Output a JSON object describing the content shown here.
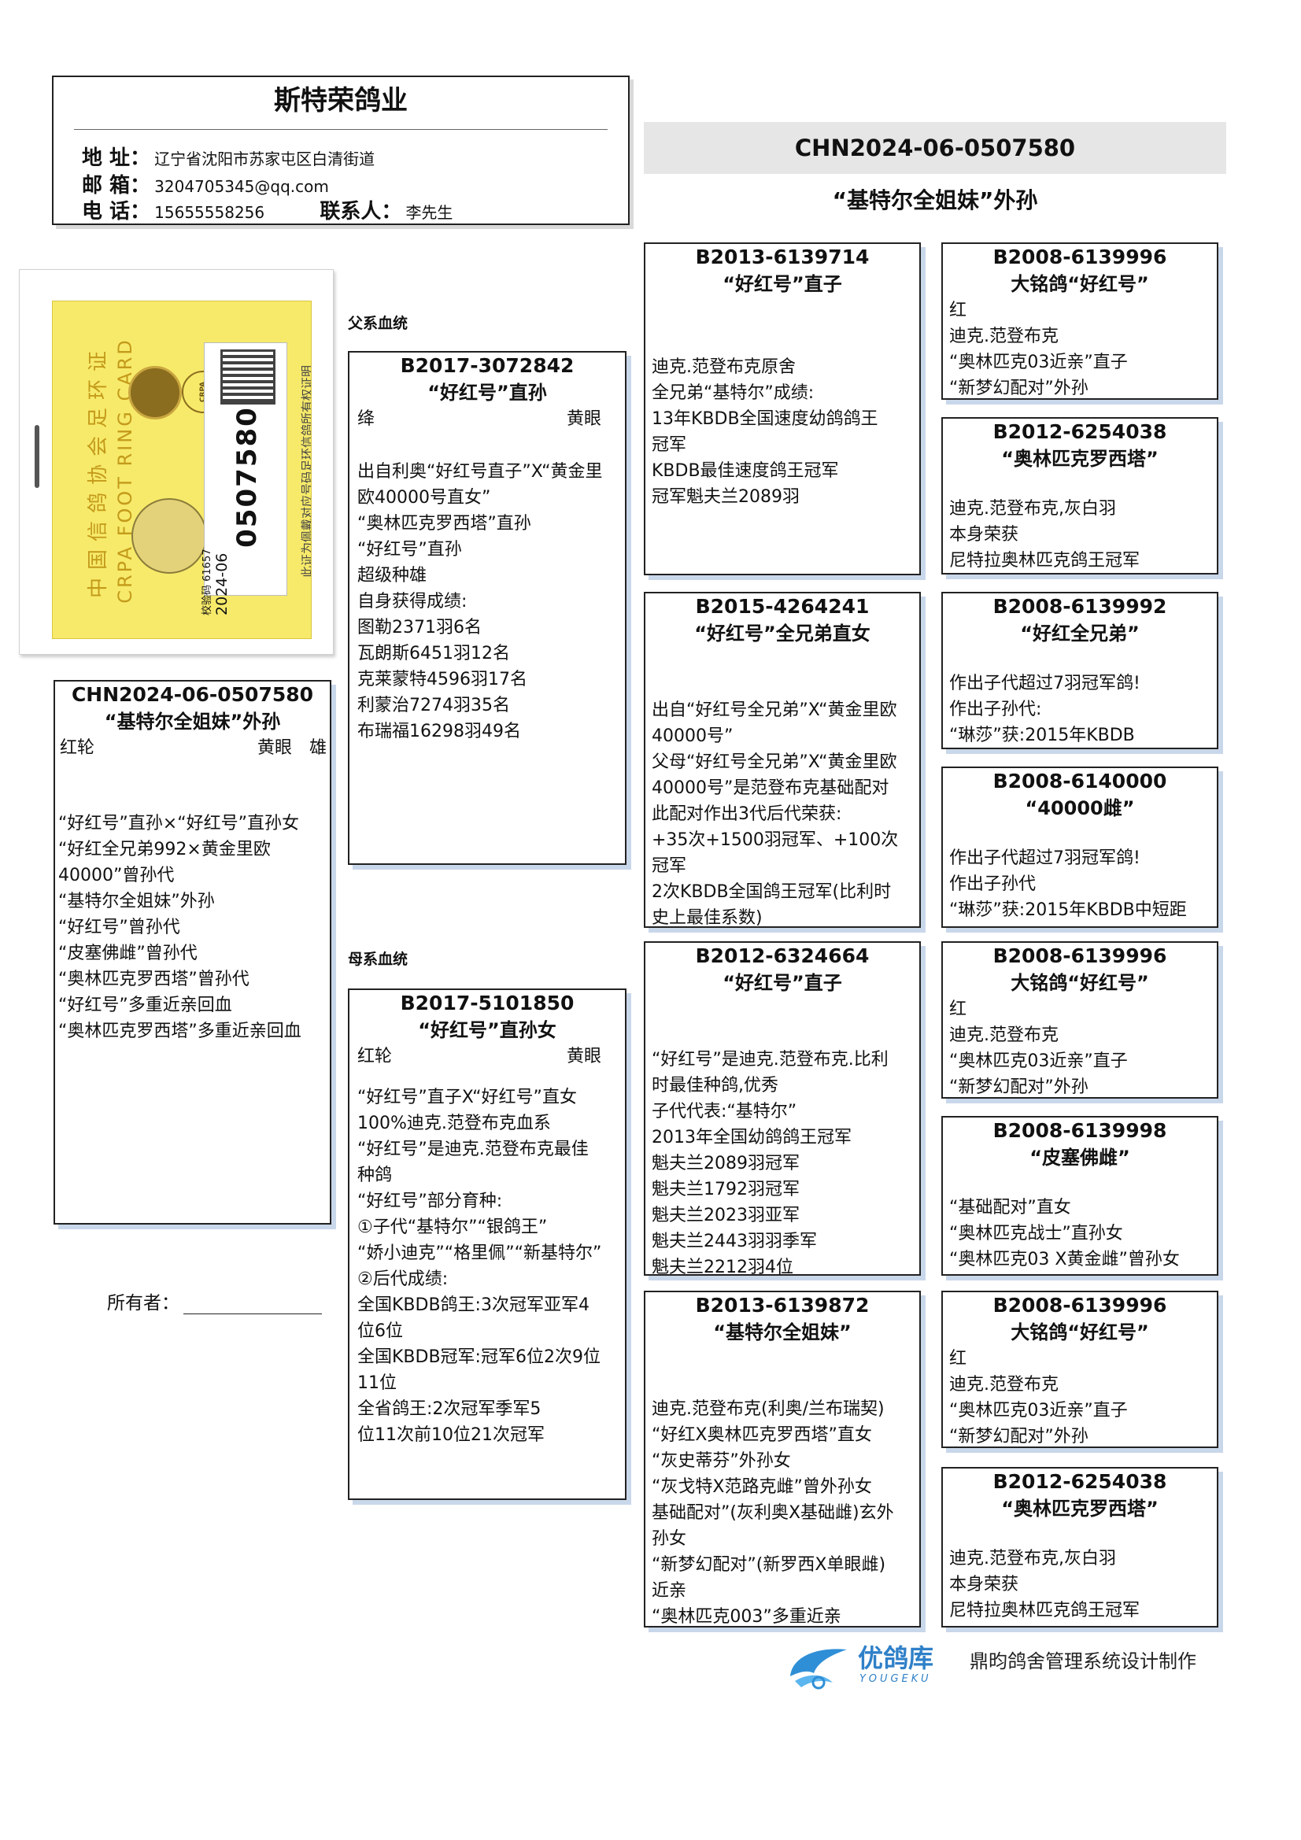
{
  "loft": {
    "name": "斯特荣鸽业",
    "address_label": "地 址：",
    "address": "辽宁省沈阳市苏家屯区白清街道",
    "email_label": "邮 箱：",
    "email": "3204705345@qq.com",
    "phone_label": "电 话：",
    "phone": "15655558256",
    "contact_label": "联系人：",
    "contact": "李先生"
  },
  "ring_card": {
    "org_cn": "中国信鸽协会足环证",
    "org_en": "CRPA FOOT RING CARD",
    "ring_prefix": "2024-06",
    "ring_number": "0507580",
    "check_code": "校验码 61657",
    "note": "此证为佩戴对应号码足环信鸽所有权证明",
    "logo_text": "CRPA"
  },
  "main": {
    "ring": "CHN2024-06-0507580",
    "name": "“基特尔全姐妹”外孙"
  },
  "subject": {
    "ring": "CHN2024-06-0507580",
    "name": "“基特尔全姐妹”外孙",
    "color": "红轮",
    "eye_sex": "黄眼　雄",
    "lines": [
      "“好红号”直孙×“好红号”直孙女",
      "“好红全兄弟992×黄金里欧",
      "40000”曾孙代",
      "“基特尔全姐妹”外孙",
      "“好红号”曾孙代",
      "“皮塞佛雌”曾孙代",
      "“奥林匹克罗西塔”曾孙代",
      "“好红号”多重近亲回血",
      "“奥林匹克罗西塔”多重近亲回血"
    ]
  },
  "owner_label": "所有者：",
  "sire_section": "父系血统",
  "dam_section": "母系血统",
  "sire": {
    "ring": "B2017-3072842",
    "name": "“好红号”直孙",
    "color": "绛",
    "eye": "黄眼",
    "lines": [
      "出自利奥“好红号直子”X“黄金里",
      "欧40000号直女”",
      "“奥林匹克罗西塔”直孙",
      "“好红号”直孙",
      "超级种雄",
      "自身获得成绩:",
      "图勒2371羽6名",
      "瓦朗斯6451羽12名",
      "克莱蒙特4596羽17名",
      "利蒙治7274羽35名",
      "布瑞福16298羽49名"
    ]
  },
  "dam": {
    "ring": "B2017-5101850",
    "name": "“好红号”直孙女",
    "color": "红轮",
    "eye": "黄眼",
    "lines": [
      "“好红号”直子X“好红号”直女",
      "100%迪克.范登布克血系",
      "“好红号”是迪克.范登布克最佳",
      "种鸽",
      "“好红号”部分育种:",
      "①子代“基特尔”“银鸽王”",
      "“娇小迪克”“格里佩”“新基特尔”",
      "②后代成绩:",
      "全国KBDB鸽王:3次冠军亚军4",
      "位6位",
      "全国KBDB冠军:冠军6位2次9位",
      "11位",
      "全省鸽王:2次冠军季军5",
      "位11次前10位21次冠军"
    ]
  },
  "gen3": [
    {
      "ring": "B2013-6139714",
      "name": "“好红号”直子",
      "lines": [
        "迪克.范登布克原舍",
        "全兄弟“基特尔”成绩:",
        "13年KBDB全国速度幼鸽鸽王",
        "冠军",
        "KBDB最佳速度鸽王冠军",
        "冠军魁夫兰2089羽"
      ]
    },
    {
      "ring": "B2015-4264241",
      "name": "“好红号”全兄弟直女",
      "lines": [
        "出自“好红号全兄弟”X“黄金里欧",
        "40000号”",
        "父母“好红号全兄弟”X“黄金里欧",
        "40000号”是范登布克基础配对",
        "此配对作出3代后代荣获:",
        "+35次+1500羽冠军、+100次",
        "冠军",
        "2次KBDB全国鸽王冠军(比利时",
        "史上最佳系数)"
      ]
    },
    {
      "ring": "B2012-6324664",
      "name": "“好红号”直子",
      "lines": [
        "“好红号”是迪克.范登布克.比利",
        "时最佳种鸽,优秀",
        "子代代表:“基特尔”",
        "2013年全国幼鸽鸽王冠军",
        "魁夫兰2089羽冠军",
        "魁夫兰1792羽冠军",
        "魁夫兰2023羽亚军",
        "魁夫兰2443羽羽季军",
        "魁夫兰2212羽4位"
      ]
    },
    {
      "ring": "B2013-6139872",
      "name": "“基特尔全姐妹”",
      "lines": [
        "迪克.范登布克(利奥/兰布瑞契)",
        "“好红X奥林匹克罗西塔”直女",
        "“灰史蒂芬”外孙女",
        "“灰戈特X范路克雌”曾外孙女",
        "基础配对”(灰利奥X基础雌)玄外",
        "孙女",
        "“新梦幻配对”(新罗西X单眼雌)",
        "近亲",
        "“奥林匹克003”多重近亲"
      ]
    }
  ],
  "gen4": [
    {
      "ring": "B2008-6139996",
      "name": "大铭鸽“好红号”",
      "lines": [
        "红",
        "迪克.范登布克",
        "“奥林匹克03近亲”直子",
        "“新梦幻配对”外孙"
      ]
    },
    {
      "ring": "B2012-6254038",
      "name": "“奥林匹克罗西塔”",
      "lines": [
        "迪克.范登布克,灰白羽",
        "本身荣获",
        "尼特拉奥林匹克鸽王冠军"
      ]
    },
    {
      "ring": "B2008-6139992",
      "name": "“好红全兄弟”",
      "lines": [
        "作出子代超过7羽冠军鸽!",
        "作出子孙代:",
        "“琳莎”获:2015年KBDB"
      ]
    },
    {
      "ring": "B2008-6140000",
      "name": "“40000雌”",
      "lines": [
        "作出子代超过7羽冠军鸽!",
        "作出子孙代",
        "“琳莎”获:2015年KBDB中短距"
      ]
    },
    {
      "ring": "B2008-6139996",
      "name": "大铭鸽“好红号”",
      "lines": [
        "红",
        "迪克.范登布克",
        "“奥林匹克03近亲”直子",
        "“新梦幻配对”外孙"
      ]
    },
    {
      "ring": "B2008-6139998",
      "name": "“皮塞佛雌”",
      "lines": [
        "“基础配对”直女",
        "“奥林匹克战士”直孙女",
        "“奥林匹克03 X黄金雌”曾孙女"
      ]
    },
    {
      "ring": "B2008-6139996",
      "name": "大铭鸽“好红号”",
      "lines": [
        "红",
        "迪克.范登布克",
        "“奥林匹克03近亲”直子",
        "“新梦幻配对”外孙"
      ]
    },
    {
      "ring": "B2012-6254038",
      "name": "“奥林匹克罗西塔”",
      "lines": [
        "迪克.范登布克,灰白羽",
        "本身荣获",
        "尼特拉奥林匹克鸽王冠军"
      ]
    }
  ],
  "footer": {
    "brand_cn": "优鸽库",
    "brand_en": "YOUGEKU",
    "credit": "鼎昀鸽舍管理系统设计制作"
  }
}
